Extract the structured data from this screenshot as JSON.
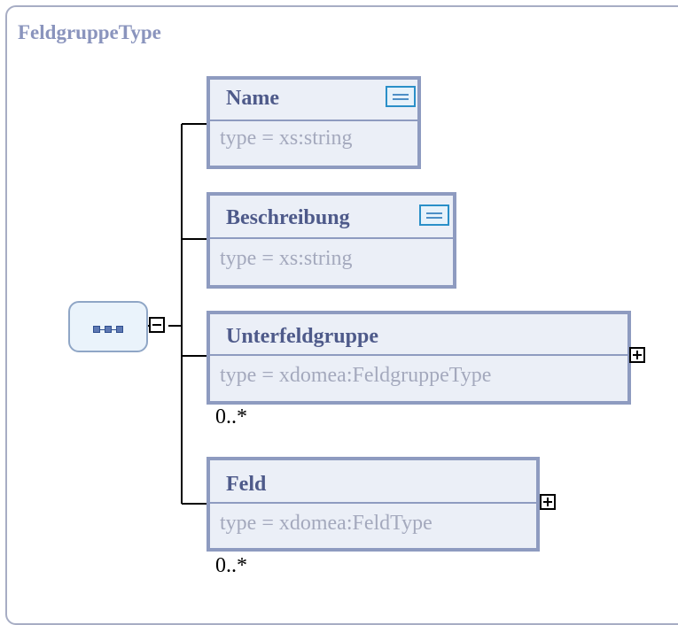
{
  "diagram": {
    "title": "FeldgruppeType",
    "elements": [
      {
        "name": "Name",
        "type": "type  =  xs:string",
        "has_doc_icon": true,
        "expandable": false,
        "occurrence": ""
      },
      {
        "name": "Beschreibung",
        "type": "type  =  xs:string",
        "has_doc_icon": true,
        "expandable": false,
        "occurrence": ""
      },
      {
        "name": "Unterfeldgruppe",
        "type": "type  =  xdomea:FeldgruppeType",
        "has_doc_icon": false,
        "expandable": true,
        "occurrence": "0..*"
      },
      {
        "name": "Feld",
        "type": "type  =  xdomea:FeldType",
        "has_doc_icon": false,
        "expandable": true,
        "occurrence": "0..*"
      }
    ],
    "sequence_compositor": "sequence-icon",
    "colors": {
      "border": "#8e9bc0",
      "fill": "#ebeff7",
      "title": "#8a94bd",
      "name": "#4e5a8a",
      "type": "#a4a9bd"
    }
  }
}
